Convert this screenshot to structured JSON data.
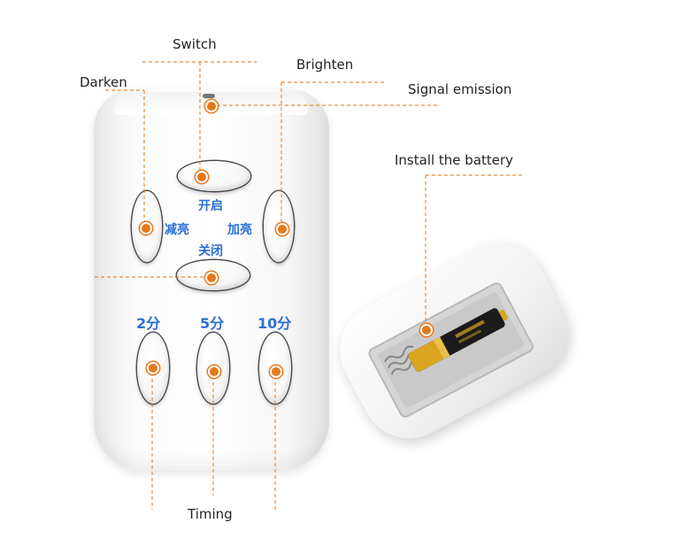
{
  "labels": {
    "switch": "Switch",
    "brighten": "Brighten",
    "darken": "Darken",
    "signal_emission": "Signal emission",
    "install_battery": "Install the battery",
    "timing": "Timing"
  },
  "remote": {
    "on": "开启",
    "off": "关闭",
    "dim": "减亮",
    "bright": "加亮",
    "timer_2": "2分",
    "timer_5": "5分",
    "timer_10": "10分"
  },
  "colors": {
    "accent": "#e6791c",
    "button_text": "#2b6fd6",
    "battery_gold": "#d9a520"
  }
}
